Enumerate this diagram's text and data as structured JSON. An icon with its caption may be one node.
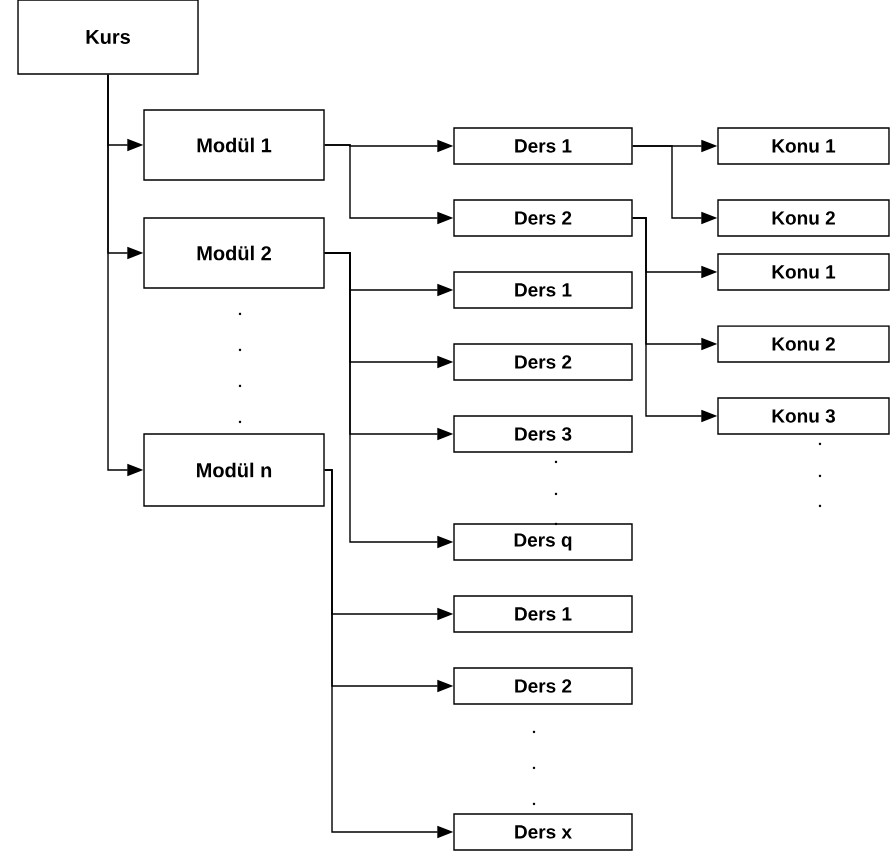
{
  "diagram": {
    "nodes": [
      {
        "text": [
          "Kurs"
        ]
      },
      {
        "text": [
          "Modül 1"
        ]
      },
      {
        "text": [
          "Modül 2"
        ]
      },
      {
        "text": [
          "Modül n"
        ]
      },
      {
        "text": [
          "Ders 1"
        ]
      },
      {
        "text": [
          "Ders 2"
        ]
      },
      {
        "text": [
          "Ders 1"
        ]
      },
      {
        "text": [
          "Ders 2"
        ]
      },
      {
        "text": [
          "Ders 3"
        ]
      },
      {
        "text": [
          "Ders q"
        ]
      },
      {
        "text": [
          "Ders 1"
        ]
      },
      {
        "text": [
          "Ders 2"
        ]
      },
      {
        "text": [
          "Ders x"
        ]
      },
      {
        "text": [
          "Konu 1"
        ]
      },
      {
        "text": [
          "Konu 2"
        ]
      },
      {
        "text": [
          "Konu 1"
        ]
      },
      {
        "text": [
          "Konu 2"
        ]
      },
      {
        "text": [
          "Konu 3"
        ]
      }
    ],
    "edges": [
      {
        "from": 0,
        "to": 1,
        "arrow": "to"
      },
      {
        "from": 0,
        "to": 2,
        "arrow": "to"
      },
      {
        "from": 0,
        "to": 3,
        "arrow": "to"
      },
      {
        "from": 1,
        "to": 4,
        "arrow": "to"
      },
      {
        "from": 1,
        "to": 5,
        "arrow": "to"
      },
      {
        "from": 2,
        "to": 6,
        "arrow": "to"
      },
      {
        "from": 2,
        "to": 7,
        "arrow": "to"
      },
      {
        "from": 2,
        "to": 8,
        "arrow": "to"
      },
      {
        "from": 2,
        "to": 9,
        "arrow": "to"
      },
      {
        "from": 3,
        "to": 10,
        "arrow": "to"
      },
      {
        "from": 3,
        "to": 11,
        "arrow": "to"
      },
      {
        "from": 3,
        "to": 12,
        "arrow": "to"
      },
      {
        "from": 4,
        "to": 13,
        "arrow": "to"
      },
      {
        "from": 4,
        "to": 14,
        "arrow": "to"
      },
      {
        "from": 5,
        "to": 15,
        "arrow": "to"
      },
      {
        "from": 5,
        "to": 16,
        "arrow": "to"
      },
      {
        "from": 5,
        "to": 17,
        "arrow": "to"
      }
    ]
  }
}
